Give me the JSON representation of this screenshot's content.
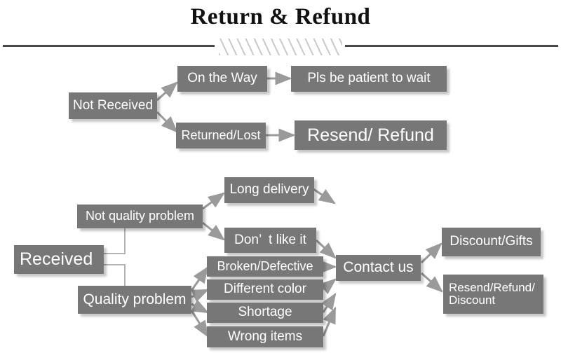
{
  "header": {
    "title": "Return & Refund",
    "divider_icon": "hatched-divider"
  },
  "colors": {
    "node_fill": "#777777",
    "node_text": "#ffffff",
    "arrow": "#9a9a9a",
    "rule": "#4a4a4a",
    "background": "#ffffff"
  },
  "flow": {
    "not_received_branch": {
      "root": "Not Received",
      "nodes": {
        "on_the_way": "On the Way",
        "pls_be_patient": "Pls be patient to wait",
        "returned_lost": "Returned/Lost",
        "resend_refund": "Resend/ Refund"
      }
    },
    "received_branch": {
      "root": "Received",
      "nodes": {
        "not_quality_problem": "Not quality problem",
        "quality_problem": "Quality problem",
        "long_delivery": "Long delivery",
        "dont_like_it": "Don’  t like it",
        "broken_defective": "Broken/Defective",
        "different_color": "Different color",
        "shortage": "Shortage",
        "wrong_items": "Wrong items",
        "contact_us": "Contact us",
        "discount_gifts": "Discount/Gifts",
        "resend_refund_discount_line1": "Resend/Refund/",
        "resend_refund_discount_line2": "Discount"
      }
    }
  }
}
